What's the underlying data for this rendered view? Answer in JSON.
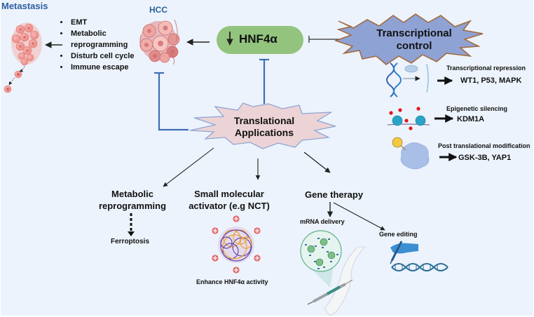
{
  "metastasis": {
    "title": "Metastasis",
    "bullets": [
      "EMT",
      "Metabolic reprogramming",
      "Disturb cell cycle",
      "Immune escape"
    ]
  },
  "hcc": {
    "title": "HCC"
  },
  "hnf4a": {
    "arrow_icon": "down-arrow-icon",
    "label": "HNF4α"
  },
  "transcriptional_control": {
    "label_line1": "Transcriptional",
    "label_line2": "control"
  },
  "mechanisms": [
    {
      "title": "Transcriptional repression",
      "targets": "WT1, P53, MAPK",
      "icon": "dna-transcription-icon"
    },
    {
      "title": "Epigenetic silencing",
      "targets": "KDM1A",
      "icon": "nucleosome-methylation-icon"
    },
    {
      "title": "Post translational modification",
      "targets": "GSK-3B, YAP1",
      "icon": "phosphorylated-protein-icon"
    }
  ],
  "translational": {
    "label_line1": "Translational",
    "label_line2": "Applications"
  },
  "applications": {
    "metabolic": {
      "line1": "Metabolic",
      "line2": "reprogramming",
      "outcome": "Ferroptosis"
    },
    "small_molecule": {
      "line1": "Small molecular",
      "line2": "activator (e.g NCT)",
      "caption": "Enhance HNF4α activity"
    },
    "gene_therapy": {
      "title": "Gene therapy",
      "mrna": "mRNA delivery",
      "editing": "Gene editing"
    }
  },
  "colors": {
    "background": "#ecf3fc",
    "inhibition_blue": "#3f6db3",
    "hnf4a_green": "#93c47d",
    "transcription_star": "#8ea2d4",
    "transcription_star_border": "#a3663a",
    "translational_star": "#ecd3d5",
    "translational_star_border": "#8ea6d6",
    "title_blue": "#2e5f9e"
  }
}
